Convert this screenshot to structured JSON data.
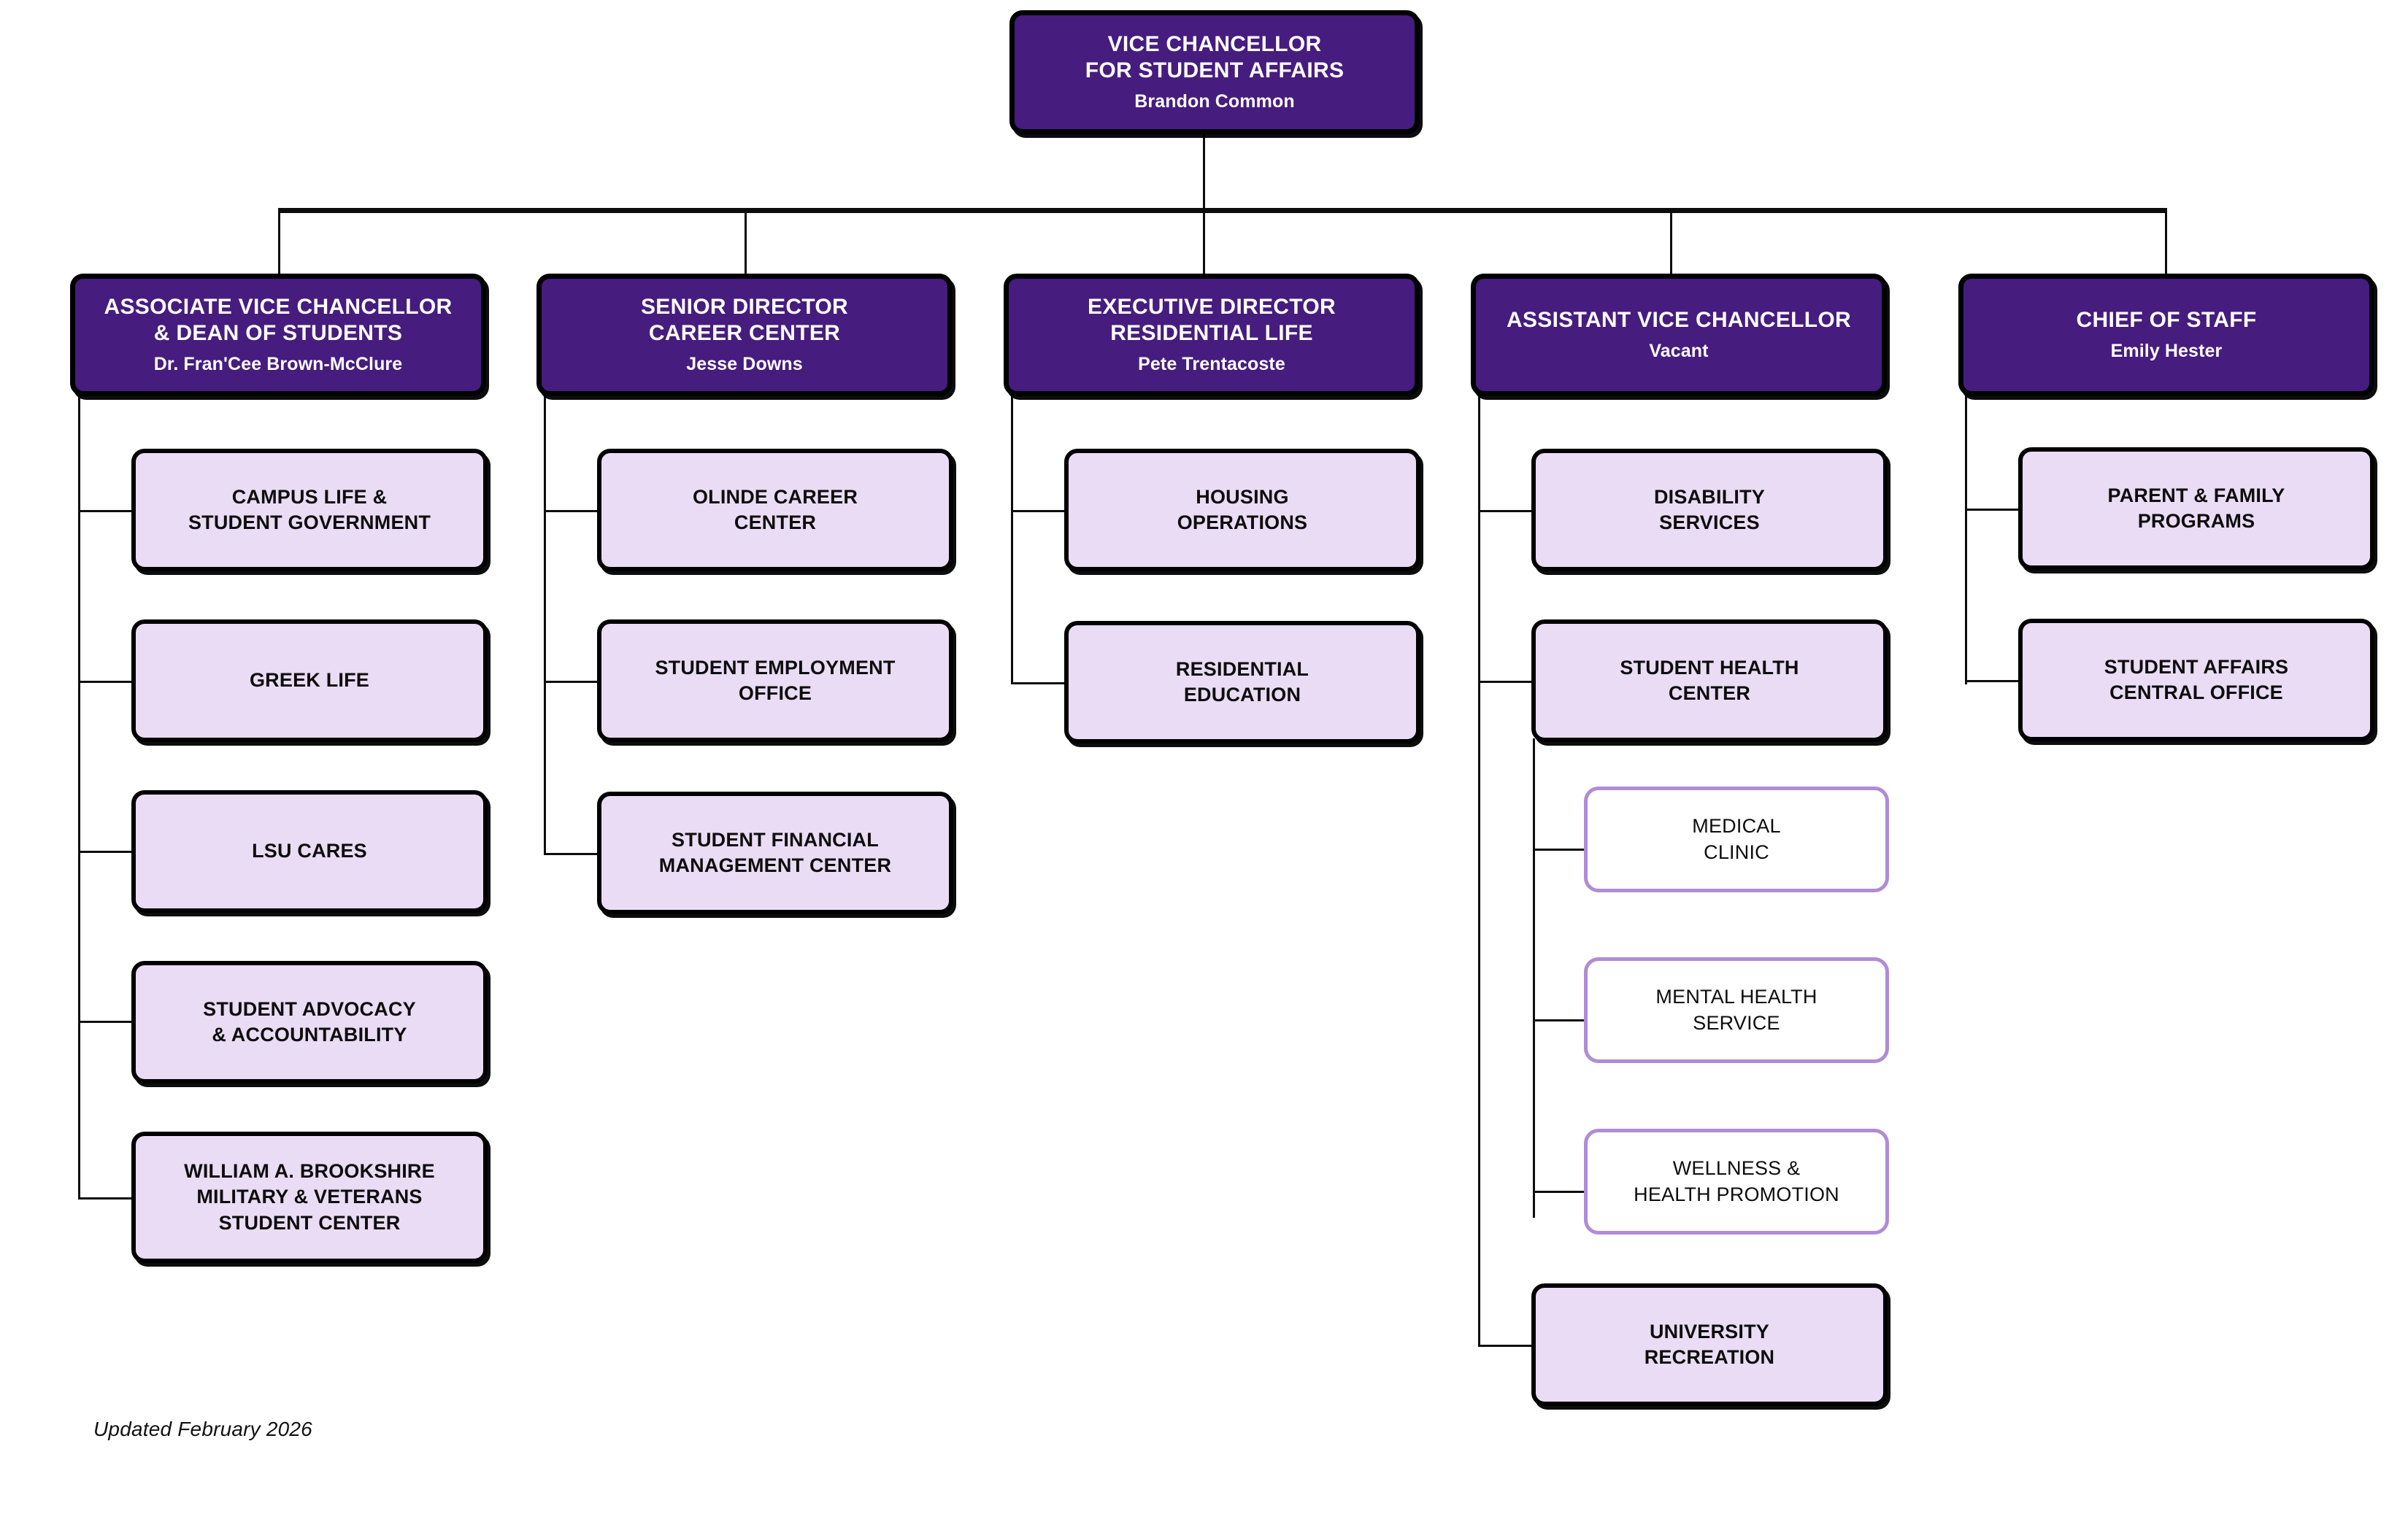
{
  "org_chart": {
    "root": {
      "id": "vice-chancellor-student-affairs",
      "title_lines": [
        "VICE CHANCELLOR",
        "FOR STUDENT AFFAIRS"
      ],
      "person": "Brandon Common"
    },
    "divisions": [
      {
        "id": "associate-vice-chancellor-dean-of-students",
        "title_lines": [
          "ASSOCIATE VICE CHANCELLOR",
          "& DEAN OF STUDENTS"
        ],
        "person": "Dr. Fran'Cee Brown-McClure",
        "children": [
          {
            "id": "campus-life-student-government",
            "title_lines": [
              "CAMPUS LIFE &",
              "STUDENT GOVERNMENT"
            ]
          },
          {
            "id": "greek-life",
            "title_lines": [
              "GREEK LIFE"
            ]
          },
          {
            "id": "lsu-cares",
            "title_lines": [
              "LSU CARES"
            ]
          },
          {
            "id": "student-advocacy-accountability",
            "title_lines": [
              "STUDENT ADVOCACY",
              "& ACCOUNTABILITY"
            ]
          },
          {
            "id": "william-a-brookshire-military-veterans-student-center",
            "title_lines": [
              "WILLIAM A. BROOKSHIRE",
              "MILITARY & VETERANS",
              "STUDENT CENTER"
            ]
          }
        ]
      },
      {
        "id": "senior-director-career-center",
        "title_lines": [
          "SENIOR DIRECTOR",
          "CAREER CENTER"
        ],
        "person": "Jesse Downs",
        "children": [
          {
            "id": "olinde-career-center",
            "title_lines": [
              "OLINDE CAREER",
              "CENTER"
            ]
          },
          {
            "id": "student-employment-office",
            "title_lines": [
              "STUDENT EMPLOYMENT",
              "OFFICE"
            ]
          },
          {
            "id": "student-financial-management-center",
            "title_lines": [
              "STUDENT FINANCIAL",
              "MANAGEMENT CENTER"
            ]
          }
        ]
      },
      {
        "id": "executive-director-residential-life",
        "title_lines": [
          "EXECUTIVE DIRECTOR",
          "RESIDENTIAL LIFE"
        ],
        "person": "Pete Trentacoste",
        "children": [
          {
            "id": "housing-operations",
            "title_lines": [
              "HOUSING",
              "OPERATIONS"
            ]
          },
          {
            "id": "residential-education",
            "title_lines": [
              "RESIDENTIAL",
              "EDUCATION"
            ]
          }
        ]
      },
      {
        "id": "assistant-vice-chancellor",
        "title_lines": [
          "ASSISTANT VICE CHANCELLOR"
        ],
        "person": "Vacant",
        "children": [
          {
            "id": "disability-services",
            "title_lines": [
              "DISABILITY",
              "SERVICES"
            ]
          },
          {
            "id": "student-health-center",
            "title_lines": [
              "STUDENT HEALTH",
              "CENTER"
            ],
            "children": [
              {
                "id": "medical-clinic",
                "title_lines": [
                  "MEDICAL",
                  "CLINIC"
                ]
              },
              {
                "id": "mental-health-service",
                "title_lines": [
                  "MENTAL HEALTH",
                  "SERVICE"
                ]
              },
              {
                "id": "wellness-health-promotion",
                "title_lines": [
                  "WELLNESS &",
                  "HEALTH PROMOTION"
                ]
              }
            ]
          },
          {
            "id": "university-recreation",
            "title_lines": [
              "UNIVERSITY",
              "RECREATION"
            ]
          }
        ]
      },
      {
        "id": "chief-of-staff",
        "title_lines": [
          "CHIEF OF STAFF"
        ],
        "person": "Emily Hester",
        "children": [
          {
            "id": "parent-family-programs",
            "title_lines": [
              "PARENT & FAMILY",
              "PROGRAMS"
            ]
          },
          {
            "id": "student-affairs-central-office",
            "title_lines": [
              "STUDENT AFFAIRS",
              "CENTRAL OFFICE"
            ]
          }
        ]
      }
    ]
  },
  "footer": {
    "updated_note": "Updated February 2026"
  },
  "colors": {
    "header_fill": "#471C7F",
    "header_text": "#FFFFFF",
    "unit_fill": "#EADCF5",
    "unit_border": "#000000",
    "subunit_fill": "#FFFFFF",
    "subunit_border": "#B08BD6",
    "connector": "#0D0D0D",
    "page_background": "#FFFFFF"
  }
}
